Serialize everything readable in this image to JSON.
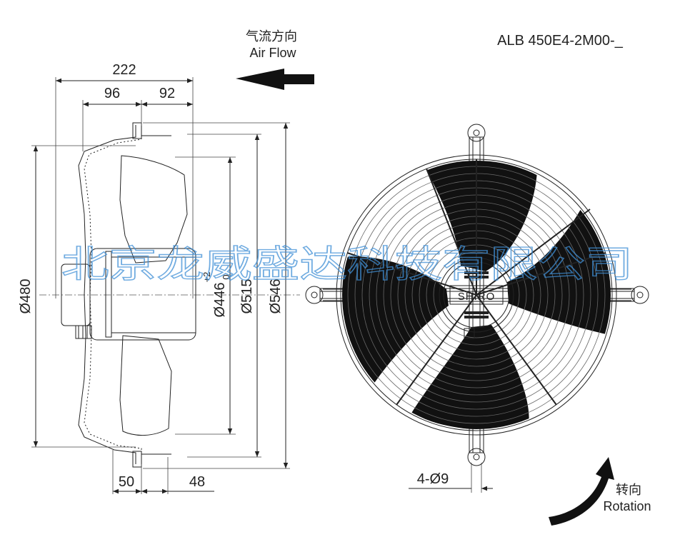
{
  "header": {
    "model": "ALB 450E4-2M00-_",
    "airflow_cn": "气流方向",
    "airflow_en": "Air Flow",
    "rotation_cn": "转向",
    "rotation_en": "Rotation"
  },
  "dimensions": {
    "overall_depth": "222",
    "depth_front": "96",
    "depth_rear": "92",
    "flange_left": "50",
    "flange_right": "48",
    "dia_480": "Ø480",
    "dia_446": "Ø446",
    "dia_446_tol_upper": "+2",
    "dia_446_tol_lower": "0",
    "dia_515": "Ø515",
    "dia_546": "Ø546",
    "mount_holes": "4-Ø9"
  },
  "hub_label": "SHIRO",
  "watermark": "北京龙威盛达科技有限公司",
  "colors": {
    "line": "#222222",
    "blade": "#111111",
    "watermark": "#3f8fd6"
  }
}
